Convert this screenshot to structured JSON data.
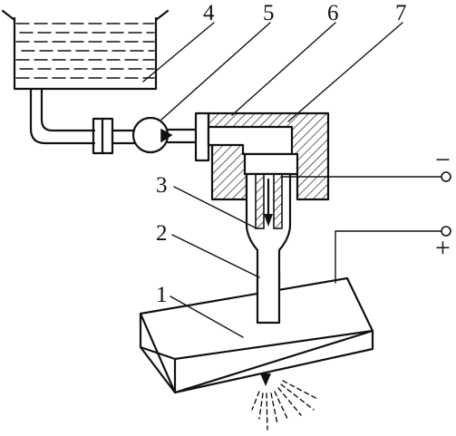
{
  "labels": {
    "workpiece": "1",
    "nozzle": "2",
    "electrode": "3",
    "tank": "4",
    "pump": "5",
    "channel": "6",
    "body": "7"
  },
  "terminals": {
    "negative": "−",
    "positive": "+"
  },
  "colors": {
    "ink": "#111111",
    "background": "#ffffff"
  }
}
